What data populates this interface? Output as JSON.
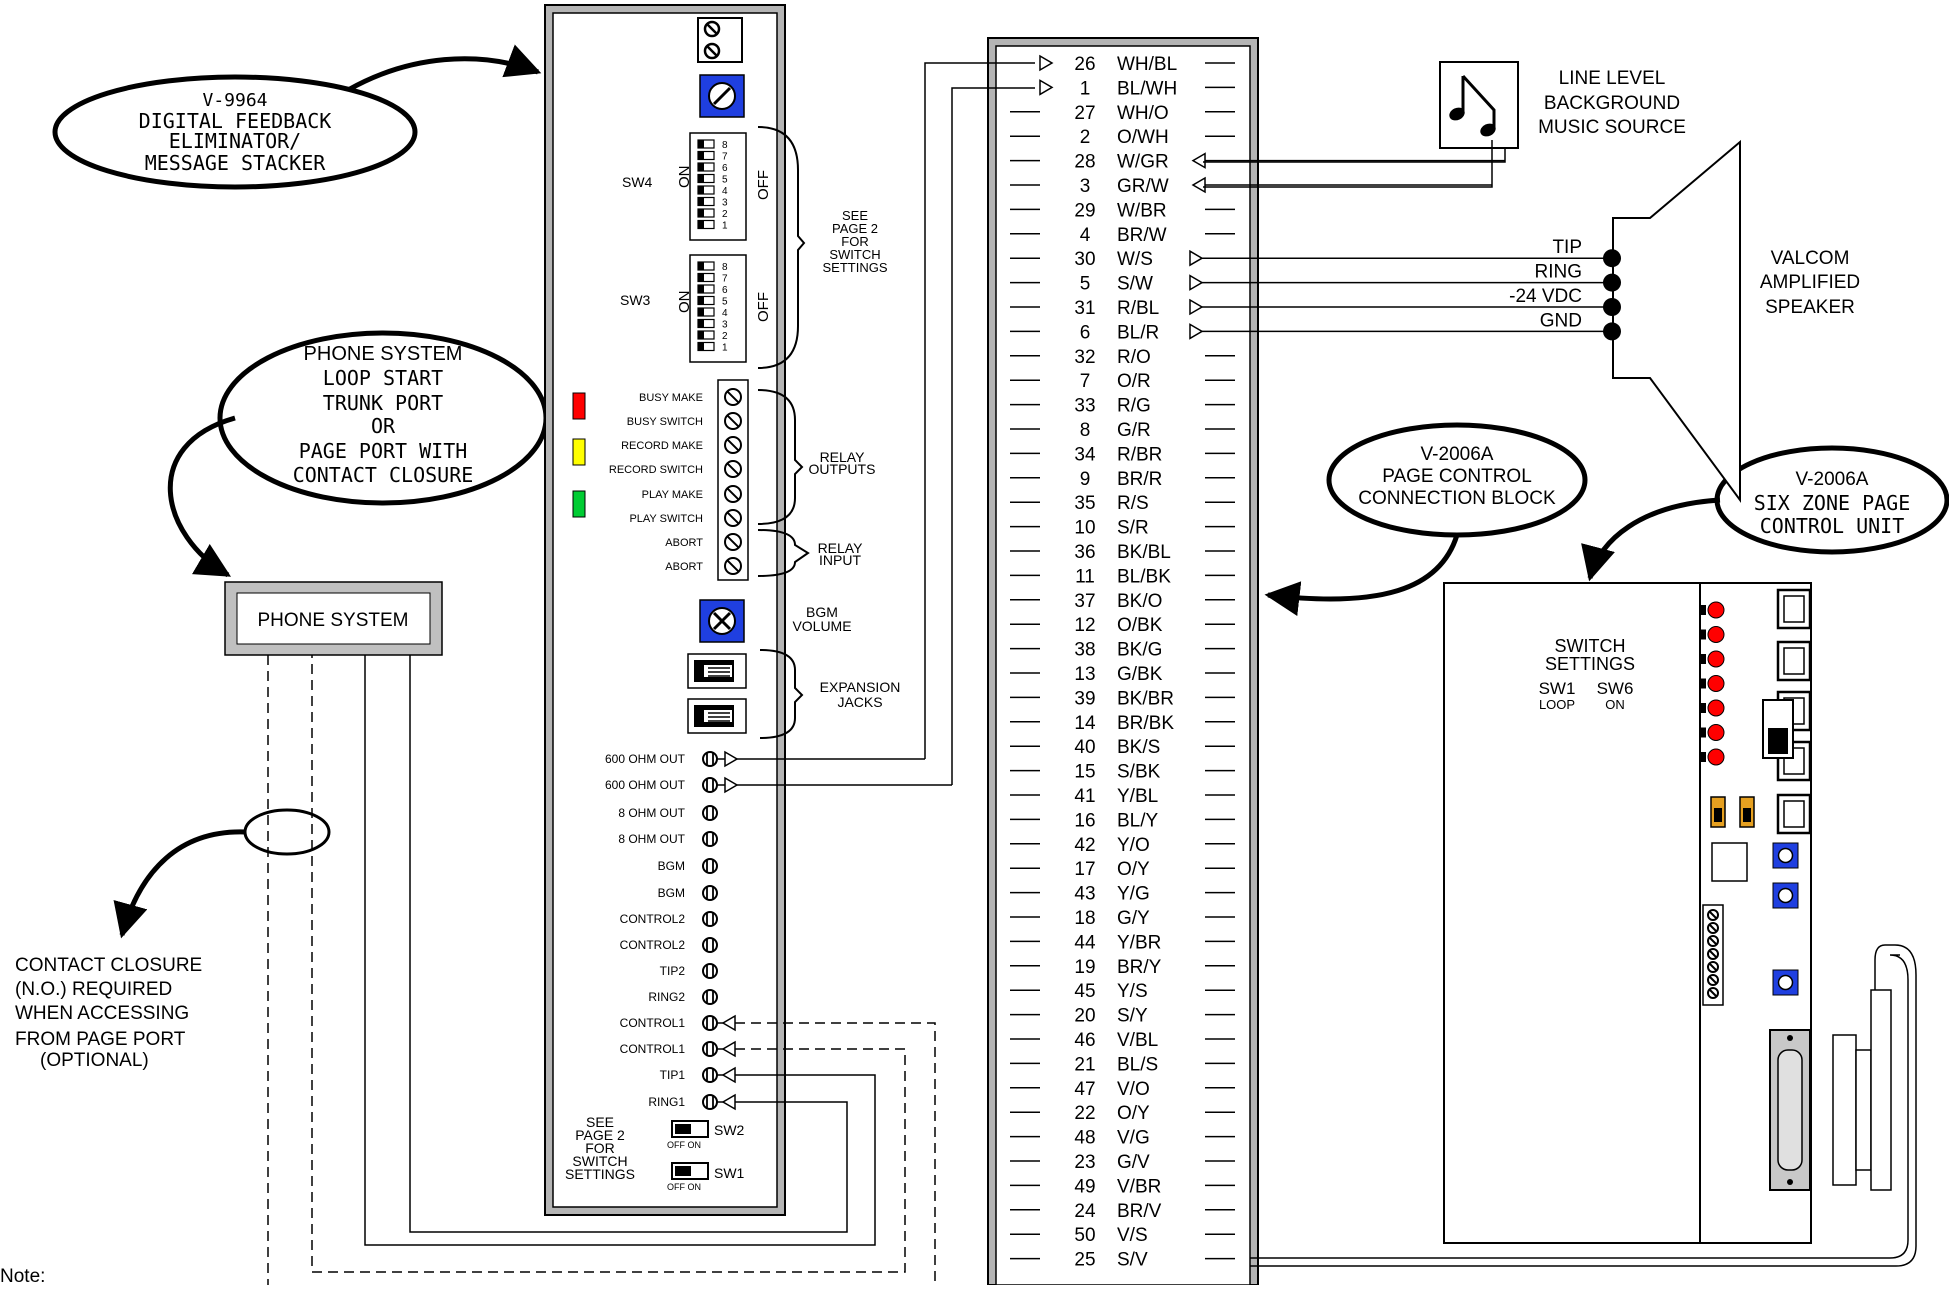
{
  "colors": {
    "led_red": "#ff0000",
    "led_yellow": "#ffff00",
    "led_green": "#00cc33",
    "pot_blue": "#1f3fe0",
    "panel_gray": "#b4b4b4",
    "switch_orange": "#e6a020"
  },
  "callouts": {
    "v9964": [
      "V-9964",
      "DIGITAL FEEDBACK",
      "ELIMINATOR/",
      "MESSAGE STACKER"
    ],
    "phone_port": [
      "PHONE SYSTEM",
      "LOOP START",
      "TRUNK PORT",
      "OR",
      "PAGE PORT WITH",
      "CONTACT CLOSURE"
    ],
    "block": [
      "V-2006A",
      "PAGE CONTROL",
      "CONNECTION BLOCK"
    ],
    "unit": [
      "V-2006A",
      "SIX ZONE PAGE",
      "CONTROL UNIT"
    ]
  },
  "phone_system_box": "PHONE SYSTEM",
  "contact_note": [
    "CONTACT CLOSURE",
    "(N.O.)  REQUIRED",
    "WHEN ACCESSING",
    "FROM PAGE PORT",
    "(OPTIONAL)"
  ],
  "footer_note": "Note:",
  "module": {
    "sw4_label": "SW4",
    "sw3_label": "SW3",
    "dip_on": "ON",
    "dip_off": "OFF",
    "dip_numbers": [
      "8",
      "7",
      "6",
      "5",
      "4",
      "3",
      "2",
      "1"
    ],
    "see_page_dips": [
      "SEE",
      "PAGE 2",
      "FOR",
      "SWITCH",
      "SETTINGS"
    ],
    "relay_terminals": [
      "BUSY MAKE",
      "BUSY SWITCH",
      "RECORD MAKE",
      "RECORD SWITCH",
      "PLAY MAKE",
      "PLAY SWITCH",
      "ABORT",
      "ABORT"
    ],
    "relay_outputs": [
      "RELAY",
      "OUTPUTS"
    ],
    "relay_input": [
      "RELAY",
      "INPUT"
    ],
    "bgm_volume": [
      "BGM",
      "VOLUME"
    ],
    "expansion_jacks": [
      "EXPANSION",
      "JACKS"
    ],
    "bottom_terminals": [
      "600 OHM OUT",
      "600 OHM OUT",
      "8 OHM OUT",
      "8 OHM OUT",
      "BGM",
      "BGM",
      "CONTROL2",
      "CONTROL2",
      "TIP2",
      "RING2",
      "CONTROL1",
      "CONTROL1",
      "TIP1",
      "RING1"
    ],
    "see_page_switches": [
      "SEE",
      "PAGE 2",
      "FOR",
      "SWITCH",
      "SETTINGS"
    ],
    "sw2_label": "SW2",
    "sw1_label": "SW1",
    "off_on": "OFF  ON"
  },
  "block_pins": [
    {
      "pin": "26",
      "color": "WH/BL"
    },
    {
      "pin": "1",
      "color": "BL/WH"
    },
    {
      "pin": "27",
      "color": "WH/O"
    },
    {
      "pin": "2",
      "color": "O/WH"
    },
    {
      "pin": "28",
      "color": "W/GR"
    },
    {
      "pin": "3",
      "color": "GR/W"
    },
    {
      "pin": "29",
      "color": "W/BR"
    },
    {
      "pin": "4",
      "color": "BR/W"
    },
    {
      "pin": "30",
      "color": "W/S"
    },
    {
      "pin": "5",
      "color": "S/W"
    },
    {
      "pin": "31",
      "color": "R/BL"
    },
    {
      "pin": "6",
      "color": "BL/R"
    },
    {
      "pin": "32",
      "color": "R/O"
    },
    {
      "pin": "7",
      "color": "O/R"
    },
    {
      "pin": "33",
      "color": "R/G"
    },
    {
      "pin": "8",
      "color": "G/R"
    },
    {
      "pin": "34",
      "color": "R/BR"
    },
    {
      "pin": "9",
      "color": "BR/R"
    },
    {
      "pin": "35",
      "color": "R/S"
    },
    {
      "pin": "10",
      "color": "S/R"
    },
    {
      "pin": "36",
      "color": "BK/BL"
    },
    {
      "pin": "11",
      "color": "BL/BK"
    },
    {
      "pin": "37",
      "color": "BK/O"
    },
    {
      "pin": "12",
      "color": "O/BK"
    },
    {
      "pin": "38",
      "color": "BK/G"
    },
    {
      "pin": "13",
      "color": "G/BK"
    },
    {
      "pin": "39",
      "color": "BK/BR"
    },
    {
      "pin": "14",
      "color": "BR/BK"
    },
    {
      "pin": "40",
      "color": "BK/S"
    },
    {
      "pin": "15",
      "color": "S/BK"
    },
    {
      "pin": "41",
      "color": "Y/BL"
    },
    {
      "pin": "16",
      "color": "BL/Y"
    },
    {
      "pin": "42",
      "color": "Y/O"
    },
    {
      "pin": "17",
      "color": "O/Y"
    },
    {
      "pin": "43",
      "color": "Y/G"
    },
    {
      "pin": "18",
      "color": "G/Y"
    },
    {
      "pin": "44",
      "color": "Y/BR"
    },
    {
      "pin": "19",
      "color": "BR/Y"
    },
    {
      "pin": "45",
      "color": "Y/S"
    },
    {
      "pin": "20",
      "color": "S/Y"
    },
    {
      "pin": "46",
      "color": "V/BL"
    },
    {
      "pin": "21",
      "color": "BL/S"
    },
    {
      "pin": "47",
      "color": "V/O"
    },
    {
      "pin": "22",
      "color": "O/Y"
    },
    {
      "pin": "48",
      "color": "V/G"
    },
    {
      "pin": "23",
      "color": "G/V"
    },
    {
      "pin": "49",
      "color": "V/BR"
    },
    {
      "pin": "24",
      "color": "BR/V"
    },
    {
      "pin": "50",
      "color": "V/S"
    },
    {
      "pin": "25",
      "color": "S/V"
    }
  ],
  "music_source": [
    "LINE LEVEL",
    "BACKGROUND",
    "MUSIC SOURCE"
  ],
  "speaker": {
    "title": [
      "VALCOM",
      "AMPLIFIED",
      "SPEAKER"
    ],
    "wires": [
      "TIP",
      "RING",
      "-24 VDC",
      "GND"
    ]
  },
  "unit": {
    "switch_settings": [
      "SWITCH",
      "SETTINGS"
    ],
    "sw1": "SW1",
    "sw6": "SW6",
    "loop": "LOOP",
    "on": "ON"
  }
}
